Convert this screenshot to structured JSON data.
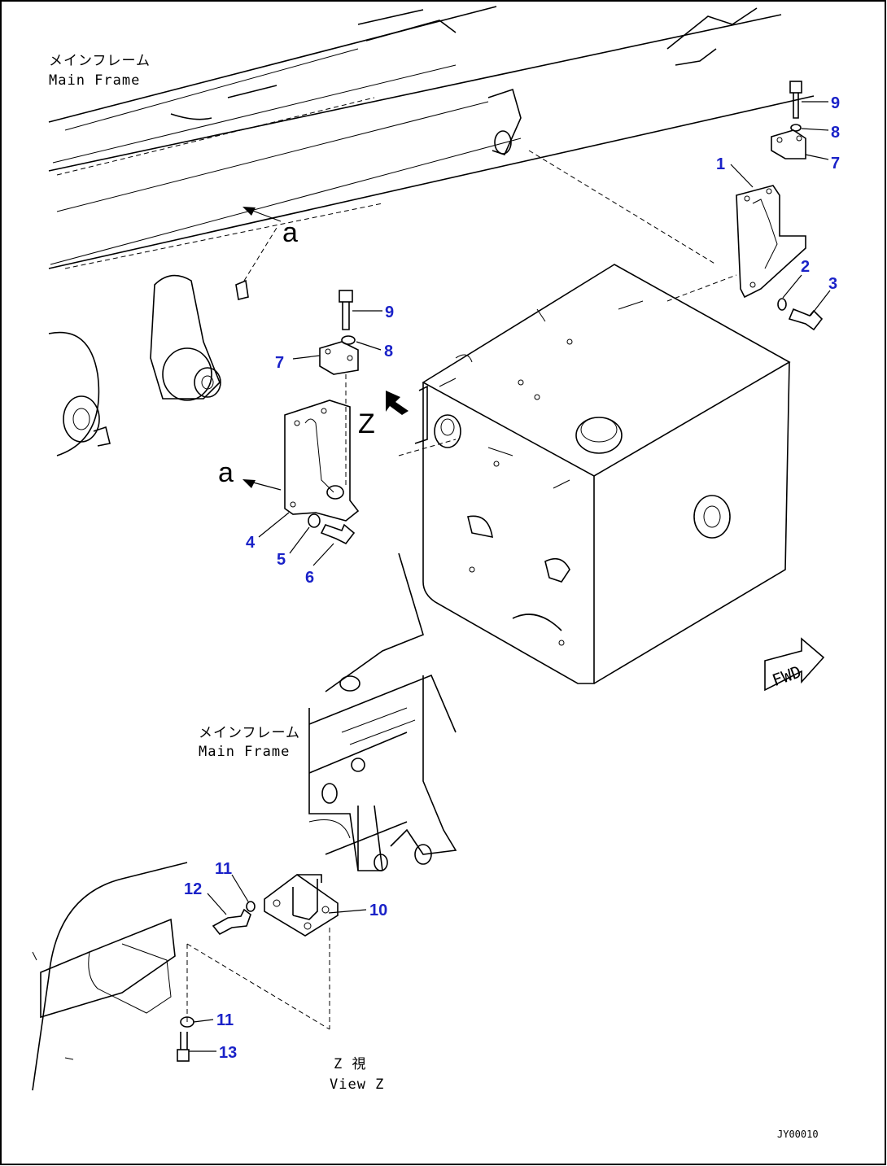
{
  "labels": {
    "main_frame_top_jp": "メインフレーム",
    "main_frame_top_en": "Main Frame",
    "main_frame_mid_jp": "メインフレーム",
    "main_frame_mid_en": "Main Frame",
    "view_z_jp": "Z 視",
    "view_z_en": "View Z",
    "arrow_a_top": "a",
    "arrow_a_mid": "a",
    "z_marker": "Z",
    "fwd": "FWD",
    "drawing_code": "JY00010"
  },
  "callouts": {
    "c1": "1",
    "c2": "2",
    "c3": "3",
    "c4": "4",
    "c5": "5",
    "c6": "6",
    "c7a": "7",
    "c8a": "8",
    "c9a": "9",
    "c7b": "7",
    "c8b": "8",
    "c9b": "9",
    "c10": "10",
    "c11a": "11",
    "c11b": "11",
    "c12": "12",
    "c13": "13"
  },
  "colors": {
    "callout": "#1a22c8",
    "line": "#000000",
    "background": "#ffffff"
  }
}
